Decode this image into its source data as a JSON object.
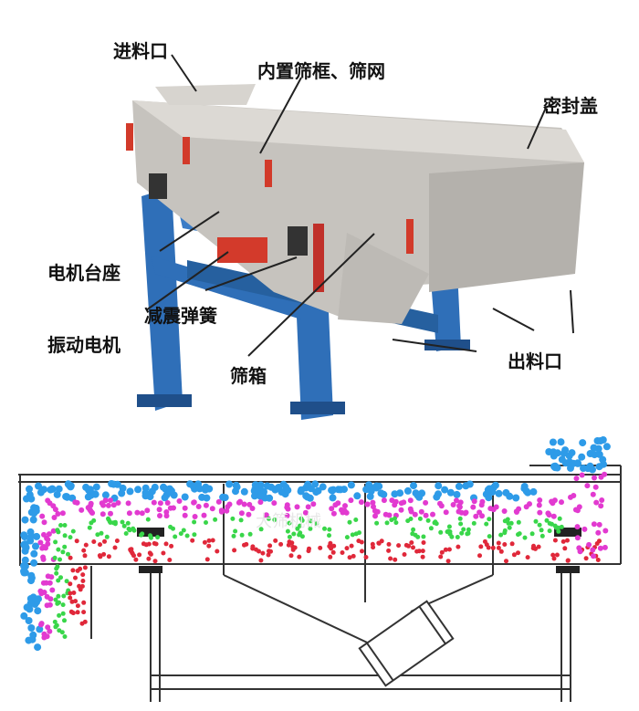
{
  "labels": {
    "feed_inlet": "进料口",
    "screen_frame": "内置筛框、筛网",
    "sealing_cover": "密封盖",
    "motor_base": "电机台座",
    "damping_spring": "减震弹簧",
    "vibration_motor": "振动电机",
    "screen_box": "筛箱",
    "discharge_outlet": "出料口"
  },
  "watermark": "大筛机械",
  "colors": {
    "frame_blue": "#2f6fb8",
    "frame_dark": "#1f4f8a",
    "steel": "#c9c6c1",
    "steel_dark": "#a9a6a1",
    "clamp_red": "#d23a2a",
    "particle_blue": "#2e9be8",
    "particle_magenta": "#e23ad0",
    "particle_green": "#39d64a",
    "particle_red": "#e0283a"
  }
}
